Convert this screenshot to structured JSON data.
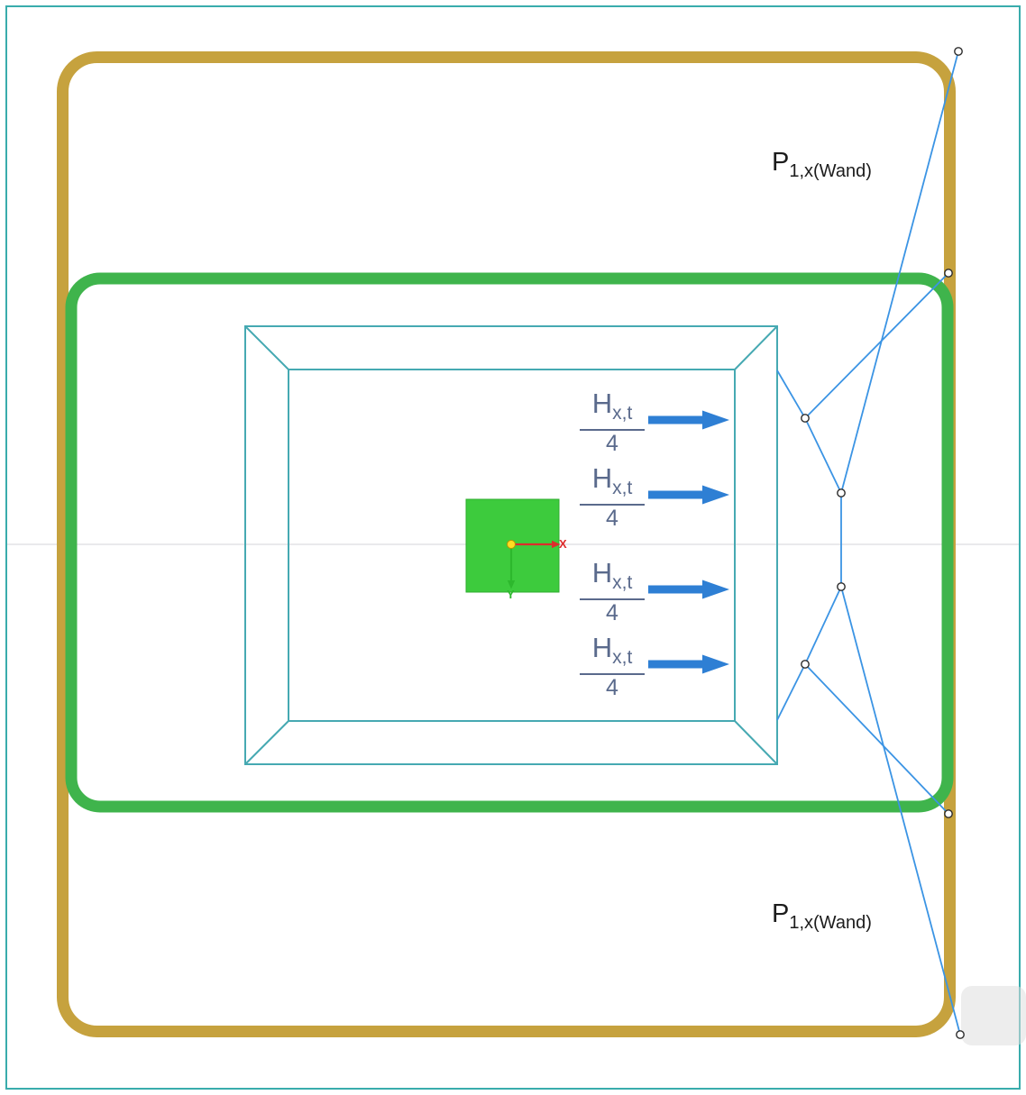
{
  "diagram": {
    "labels": {
      "wall_load_fraction": {
        "numerator_main": "H",
        "numerator_sub": "x,t",
        "denominator": "4"
      },
      "panel_load_top": {
        "main": "P",
        "sub": "1,x(Wand)"
      },
      "panel_load_bottom": {
        "main": "P",
        "sub": "1,x(Wand)"
      },
      "axis_x": "X",
      "axis_y": "Y"
    },
    "colors": {
      "viewport_border": "#39ACAC",
      "gold": "#C6A23E",
      "green_frame": "#3FB44C",
      "teal": "#46A9B2",
      "line_blue": "#3B94E4",
      "arrow_blue": "#2E7FD4",
      "label_slate": "#5A6A8C",
      "square_green": "#3DCB3D",
      "axis_red": "#DD2C2C",
      "axis_green": "#2DB82D",
      "origin_yellow": "#FFDD22",
      "node_stroke": "#2B2B2B",
      "p_label": "#1C1C1C",
      "faint_line": "#E9E9EC"
    }
  }
}
